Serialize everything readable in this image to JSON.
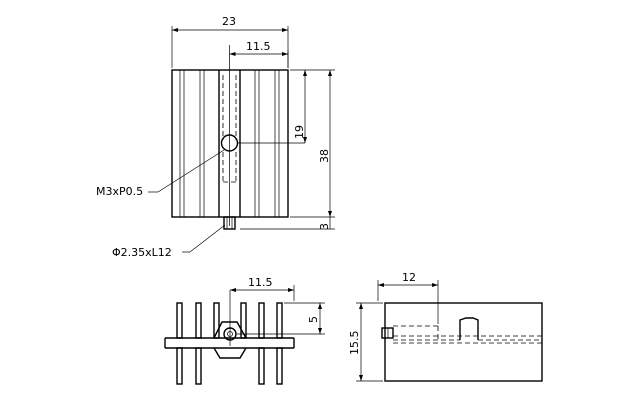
{
  "dimensions": {
    "top_width": "23",
    "top_half": "11.5",
    "right_hole": "19",
    "right_total": "38",
    "right_pin": "3",
    "bottom_left_half": "11.5",
    "bottom_left_hole": "5",
    "bottom_right_width": "12",
    "bottom_right_height": "15.5"
  },
  "callouts": {
    "thread": "M3xP0.5",
    "pin": "Φ2.35xL12"
  }
}
